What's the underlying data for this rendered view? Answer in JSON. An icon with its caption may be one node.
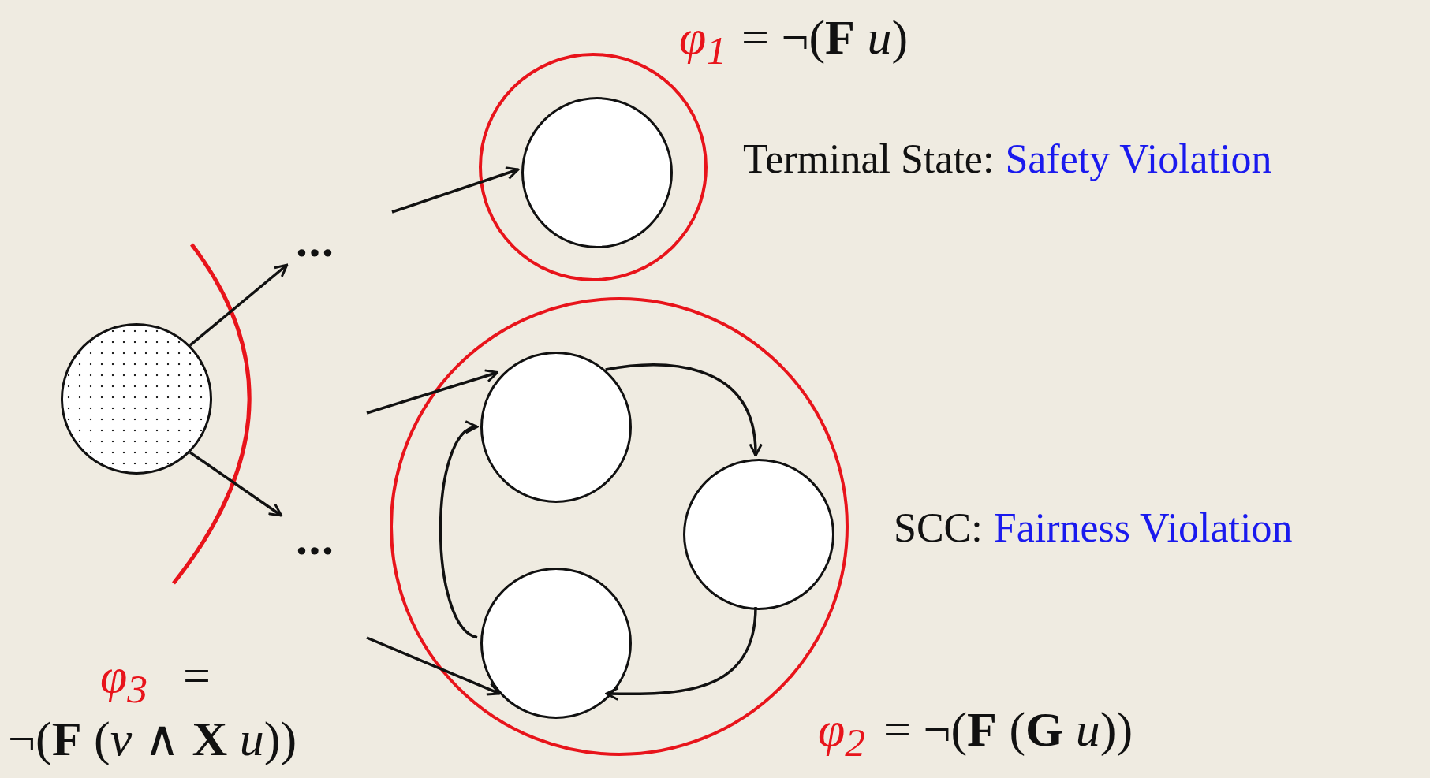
{
  "diagram": {
    "nodes": [
      {
        "text": [],
        "shape": "circle"
      },
      {
        "text": [],
        "shape": "circle"
      },
      {
        "text": [],
        "shape": "circle",
        "in": 1,
        "beside": [
          "Terminal State:",
          "Safety Violation"
        ]
      },
      {
        "text": [
          "..."
        ]
      },
      {
        "text": [
          "..."
        ]
      },
      {
        "text": [],
        "shape": "circle",
        "beside": [
          "SCC:",
          "Fairness Violation"
        ]
      },
      {
        "text": [],
        "shape": "circle",
        "in": 5
      },
      {
        "text": [],
        "shape": "circle",
        "in": 5
      },
      {
        "text": [],
        "shape": "circle",
        "in": 5
      }
    ],
    "edges": [
      {
        "from": 0,
        "to": 3,
        "arrow": "to"
      },
      {
        "from": 0,
        "to": 4,
        "arrow": "to"
      },
      {
        "from": null,
        "to": 2,
        "arrow": "to"
      },
      {
        "from": null,
        "to": 6,
        "arrow": "to"
      },
      {
        "from": null,
        "to": 8,
        "arrow": "to"
      },
      {
        "from": 6,
        "to": 7,
        "arrow": "to"
      },
      {
        "from": 7,
        "to": 8,
        "arrow": "to"
      },
      {
        "from": 8,
        "to": 6,
        "arrow": "to"
      }
    ],
    "labels": [
      "φ$_{1}$",
      "= ¬(**F** *u*)",
      "φ$_{3}$",
      "=",
      "¬(**F** (*v* ∧ **X** *u*))",
      "φ$_{2}$",
      "= ¬(**F** (**G** *u*))"
    ]
  }
}
